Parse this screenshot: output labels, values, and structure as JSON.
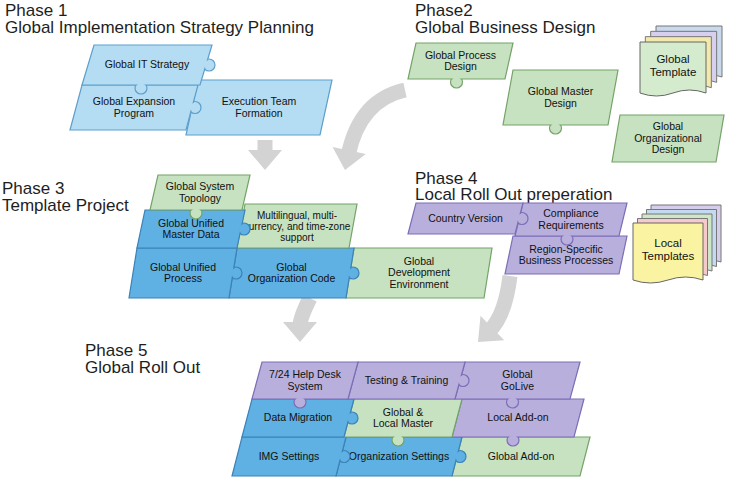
{
  "diagram": {
    "nodes": [
      {
        "text": [
          "Phase 1",
          "Global Implementation Strategy Planning"
        ]
      },
      {
        "text": [
          "Global IT Strategy"
        ],
        "in": 0
      },
      {
        "text": [
          "Global Expansion Program"
        ],
        "in": 0
      },
      {
        "text": [
          "Execution Team Formation"
        ],
        "in": 0
      },
      {
        "text": [
          "Phase2",
          "Global Business Design"
        ]
      },
      {
        "text": [
          "Global Process Design"
        ],
        "in": 4
      },
      {
        "text": [
          "Global Master Design"
        ],
        "in": 4
      },
      {
        "text": [
          "Global Organizational Design"
        ],
        "in": 4
      },
      {
        "text": [
          "Global Template"
        ]
      },
      {
        "text": [
          "Phase 3",
          "Template Project"
        ]
      },
      {
        "text": [
          "Global System Topology"
        ],
        "in": 9
      },
      {
        "text": [
          "Global Unified Master Data"
        ],
        "in": 9
      },
      {
        "text": [
          "Multilingual, multi-currency, and time-zone support"
        ],
        "in": 9
      },
      {
        "text": [
          "Global Unified Process"
        ],
        "in": 9
      },
      {
        "text": [
          "Global Organization Code"
        ],
        "in": 9
      },
      {
        "text": [
          "Global Development Environment"
        ],
        "in": 9
      },
      {
        "text": [
          "Phase 4",
          "Local Roll Out preperation"
        ]
      },
      {
        "text": [
          "Country Version"
        ],
        "in": 16
      },
      {
        "text": [
          "Compliance Requirements"
        ],
        "in": 16
      },
      {
        "text": [
          "Region-Specific Business Processes"
        ],
        "in": 16
      },
      {
        "text": [
          "Local Templates"
        ]
      },
      {
        "text": [
          "Phase 5",
          "Global Roll Out"
        ]
      },
      {
        "text": [
          "7/24 Help Desk System"
        ],
        "in": 21
      },
      {
        "text": [
          "Testing & Training"
        ],
        "in": 21
      },
      {
        "text": [
          "Global GoLive"
        ],
        "in": 21
      },
      {
        "text": [
          "Data Migration"
        ],
        "in": 21
      },
      {
        "text": [
          "Global & Local Master"
        ],
        "in": 21
      },
      {
        "text": [
          "Local Add-on"
        ],
        "in": 21
      },
      {
        "text": [
          "IMG Settings"
        ],
        "in": 21
      },
      {
        "text": [
          "Organization Settings"
        ],
        "in": 21
      },
      {
        "text": [
          "Global Add-on"
        ],
        "in": 21
      }
    ],
    "edges": [
      {
        "from": 0,
        "to": 9,
        "arrow": "to"
      },
      {
        "from": 4,
        "to": 9,
        "arrow": "to"
      },
      {
        "from": 9,
        "to": 21,
        "arrow": "to"
      },
      {
        "from": 16,
        "to": 21,
        "arrow": "to"
      }
    ]
  }
}
